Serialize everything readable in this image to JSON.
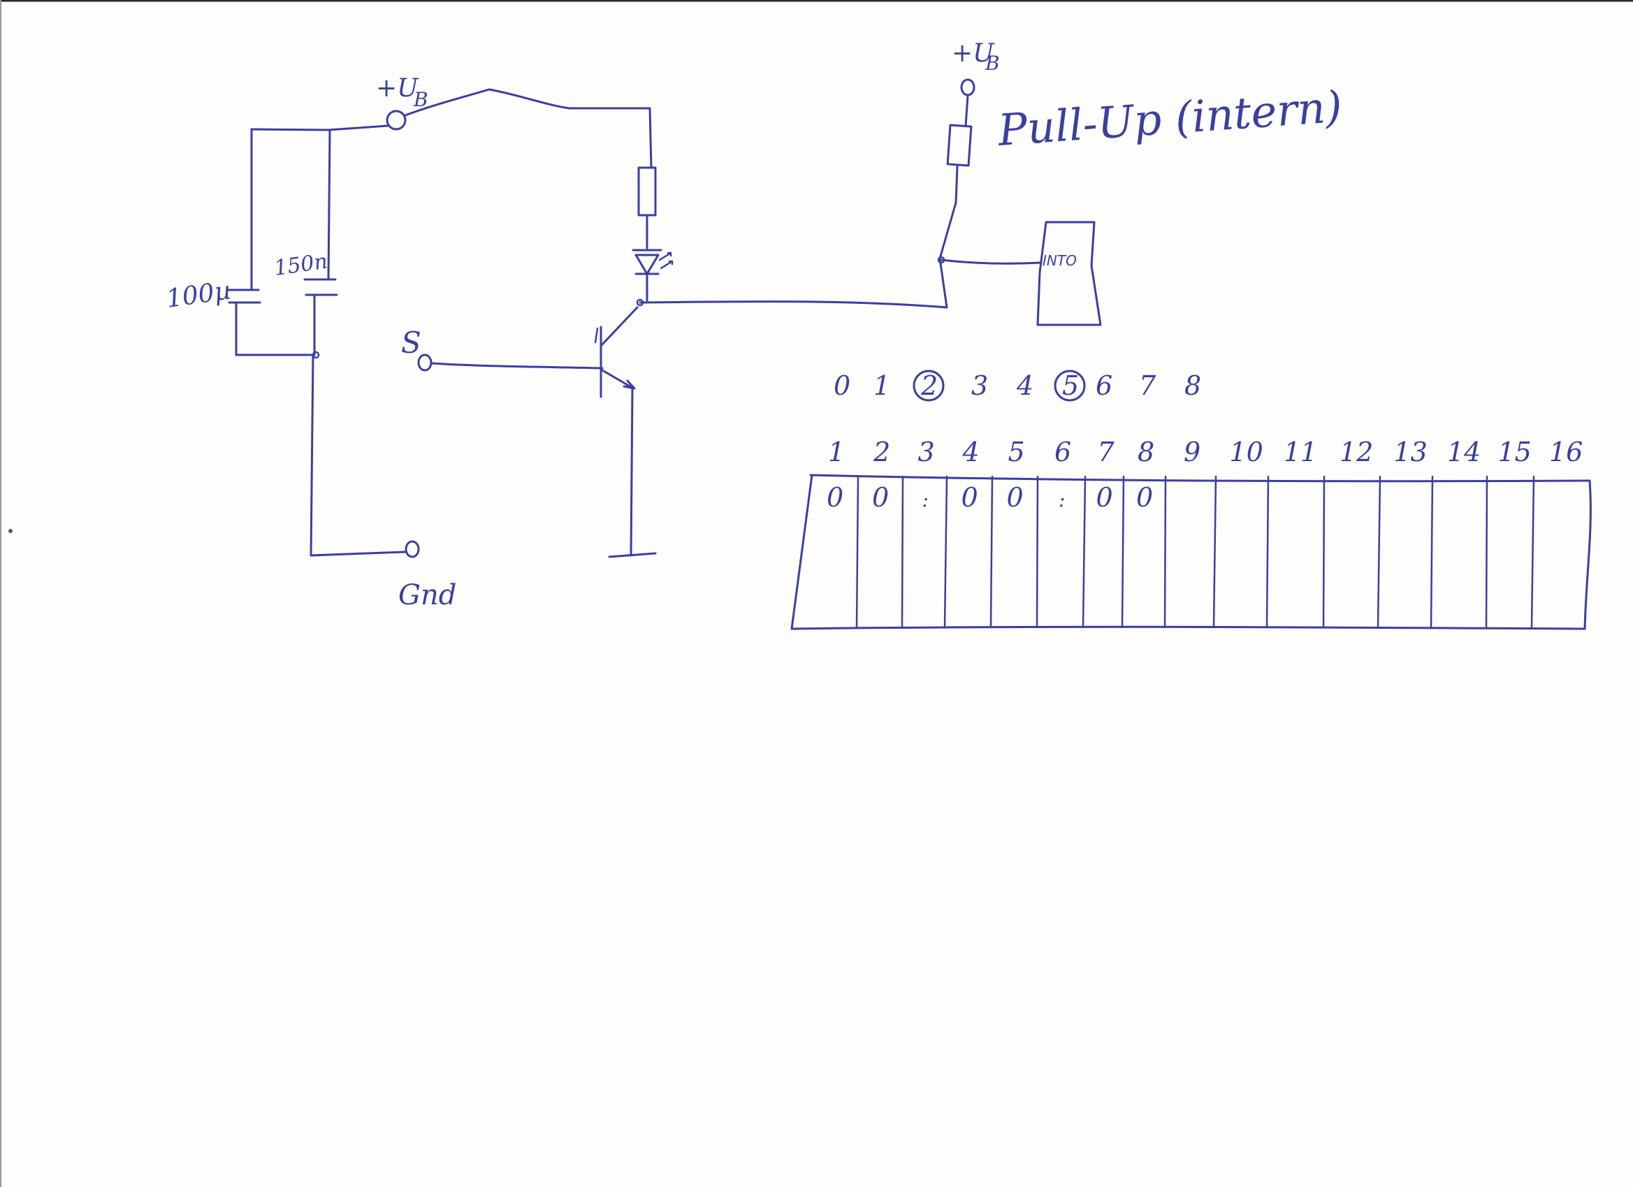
{
  "labels": {
    "supply_left": "+U",
    "supply_left_sub": "B",
    "supply_right": "+U",
    "supply_right_sub": "B",
    "cap_large": "100µ",
    "cap_small": "150n",
    "signal": "S",
    "ground": "Gnd",
    "pullup": "Pull-Up (intern)",
    "chip": "INTO"
  },
  "number_rows": {
    "top": [
      "0",
      "1",
      "2",
      "3",
      "4",
      "5",
      "6",
      "7",
      "8"
    ],
    "circled_top": [
      "2",
      "5"
    ],
    "bottom": [
      "1",
      "2",
      "3",
      "4",
      "5",
      "6",
      "7",
      "8",
      "9",
      "10",
      "11",
      "12",
      "13",
      "14",
      "15",
      "16"
    ]
  },
  "table_cells": [
    "0",
    "0",
    ":",
    "0",
    "0",
    ":",
    "0",
    "0",
    "",
    "",
    "",
    "",
    "",
    "",
    "",
    ""
  ],
  "colors": {
    "ink": "#3a3fa0",
    "paper": "#fdfdfb"
  }
}
